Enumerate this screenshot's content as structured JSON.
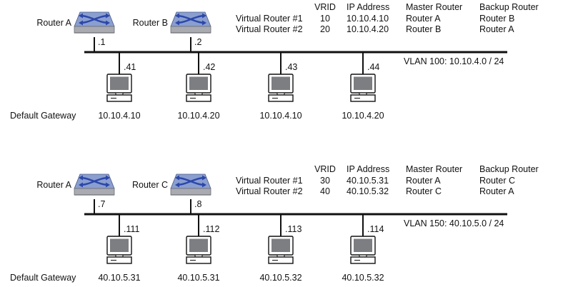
{
  "scenarios": [
    {
      "routers": [
        {
          "name": "Router A",
          "port": ".1"
        },
        {
          "name": "Router B",
          "port": ".2"
        }
      ],
      "vrrp_table": {
        "headers": [
          "VRID",
          "IP Address",
          "Master Router",
          "Backup Router"
        ],
        "rows": [
          {
            "name": "Virtual Router #1",
            "vrid": "10",
            "ip": "10.10.4.10",
            "master": "Router A",
            "backup": "Router B"
          },
          {
            "name": "Virtual Router #2",
            "vrid": "20",
            "ip": "10.10.4.20",
            "master": "Router B",
            "backup": "Router A"
          }
        ]
      },
      "vlan_label": "VLAN 100: 10.10.4.0 / 24",
      "gateway_label": "Default Gateway",
      "hosts": [
        {
          "port": ".41",
          "gateway": "10.10.4.10"
        },
        {
          "port": ".42",
          "gateway": "10.10.4.20"
        },
        {
          "port": ".43",
          "gateway": "10.10.4.10"
        },
        {
          "port": ".44",
          "gateway": "10.10.4.20"
        }
      ]
    },
    {
      "routers": [
        {
          "name": "Router A",
          "port": ".7"
        },
        {
          "name": "Router C",
          "port": ".8"
        }
      ],
      "vrrp_table": {
        "headers": [
          "VRID",
          "IP Address",
          "Master Router",
          "Backup Router"
        ],
        "rows": [
          {
            "name": "Virtual Router #1",
            "vrid": "30",
            "ip": "40.10.5.31",
            "master": "Router A",
            "backup": "Router C"
          },
          {
            "name": "Virtual Router #2",
            "vrid": "40",
            "ip": "40.10.5.32",
            "master": "Router C",
            "backup": "Router A"
          }
        ]
      },
      "vlan_label": "VLAN 150: 40.10.5.0 / 24",
      "gateway_label": "Default Gateway",
      "hosts": [
        {
          "port": ".111",
          "gateway": "40.10.5.31"
        },
        {
          "port": ".112",
          "gateway": "40.10.5.31"
        },
        {
          "port": ".113",
          "gateway": "40.10.5.32"
        },
        {
          "port": ".114",
          "gateway": "40.10.5.32"
        }
      ]
    }
  ],
  "colors": {
    "router_top": "#8a9fd0",
    "router_arrow": "#2c47a8",
    "router_side": "#6d6f76",
    "router_front": "#a9abb0",
    "monitor_screen": "#7c7e82",
    "monitor_body": "#ffffff",
    "ink": "#111111"
  },
  "icons": {
    "router": "router-icon",
    "host": "workstation-icon"
  }
}
